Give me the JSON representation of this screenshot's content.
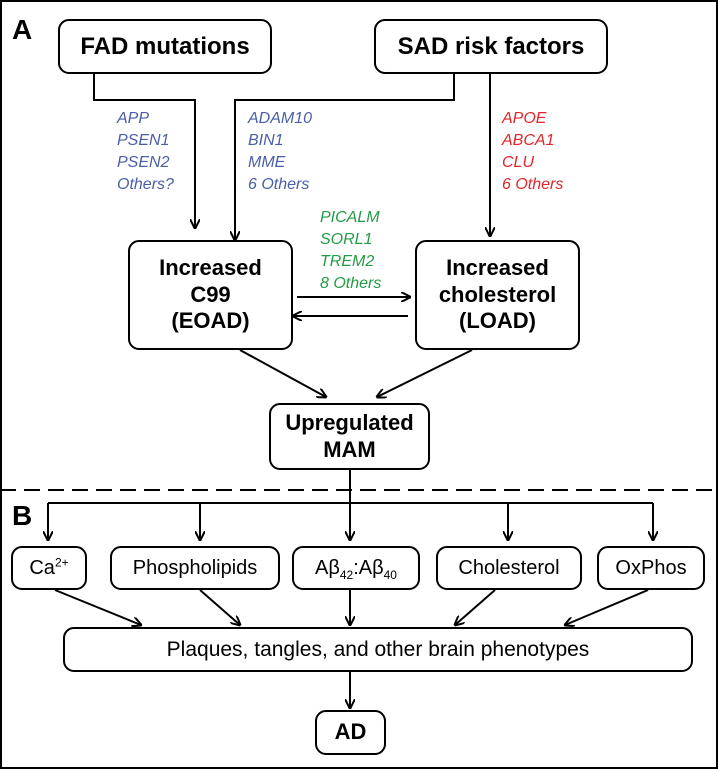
{
  "panels": {
    "a": "A",
    "b": "B"
  },
  "top": {
    "fad": "FAD mutations",
    "sad": "SAD risk factors"
  },
  "genes": {
    "fad": [
      "APP",
      "PSEN1",
      "PSEN2",
      "Others?"
    ],
    "sad_c99": [
      "ADAM10",
      "BIN1",
      "MME",
      "6 Others"
    ],
    "sad_chol": [
      "APOE",
      "ABCA1",
      "CLU",
      "6 Others"
    ],
    "shared": [
      "PICALM",
      "SORL1",
      "TREM2",
      "8 Others"
    ]
  },
  "middle": {
    "c99": {
      "l1": "Increased",
      "l2": "C99",
      "l3": "(EOAD)"
    },
    "chol": {
      "l1": "Increased",
      "l2": "cholesterol",
      "l3": "(LOAD)"
    },
    "mam": {
      "l1": "Upregulated",
      "l2": "MAM"
    }
  },
  "outputs": {
    "ca": {
      "base": "Ca",
      "sup": "2+"
    },
    "phospholipids": "Phospholipids",
    "abeta": {
      "a1": "Aβ",
      "s1": "42",
      "sep": ":",
      "a2": "Aβ",
      "s2": "40"
    },
    "cholesterol": "Cholesterol",
    "oxphos": "OxPhos"
  },
  "phenotypes": "Plaques, tangles, and other brain phenotypes",
  "ad": "AD",
  "colors": {
    "blue": "#4a5ea8",
    "red": "#e0262b",
    "green": "#239b46"
  }
}
